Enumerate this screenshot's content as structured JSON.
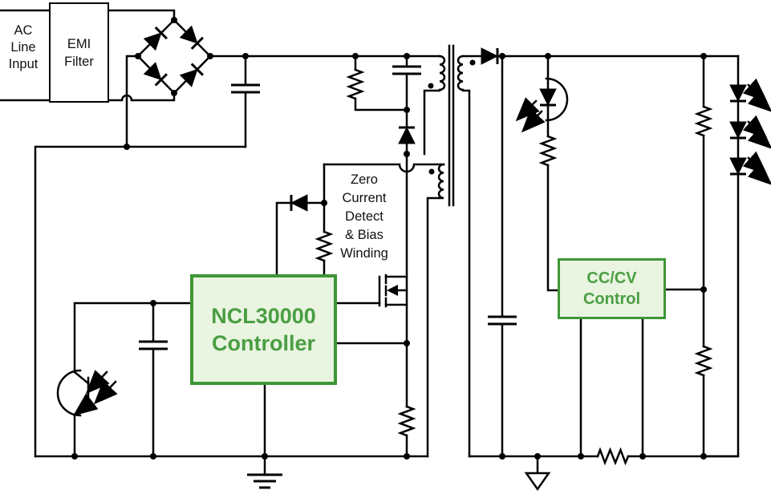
{
  "labels": {
    "ac_input": {
      "lines": [
        "AC",
        "Line",
        "Input"
      ]
    },
    "emi_filter": {
      "lines": [
        "EMI",
        "Filter"
      ]
    },
    "zcd": {
      "lines": [
        "Zero",
        "Current",
        "Detect",
        "& Bias",
        "Winding"
      ]
    },
    "ncl": {
      "lines": [
        "NCL30000",
        "Controller"
      ]
    },
    "cccv": {
      "lines": [
        "CC/CV",
        "Control"
      ]
    }
  },
  "colors": {
    "wire": "#000000",
    "background": "#ffffff",
    "green_border": "#3e9637",
    "green_fill": "#e9f4e1",
    "green_text": "#4a9e42"
  },
  "components": {
    "bridge": "diode-bridge-rectifier",
    "bulk_cap": "bulk-capacitor",
    "snubber": "snubber-rc-and-diode",
    "transformer": "flyback-transformer",
    "mosfet": "n-channel-mosfet",
    "controller": "NCL30000 Controller",
    "optocoupler": "optocoupler",
    "output_diode": "output-rectifier-diode",
    "output_cap": "output-capacitor",
    "cccv": "CC/CV Control",
    "led_string": "three-series-leds",
    "sense_resistor": "current-sense-resistor"
  }
}
